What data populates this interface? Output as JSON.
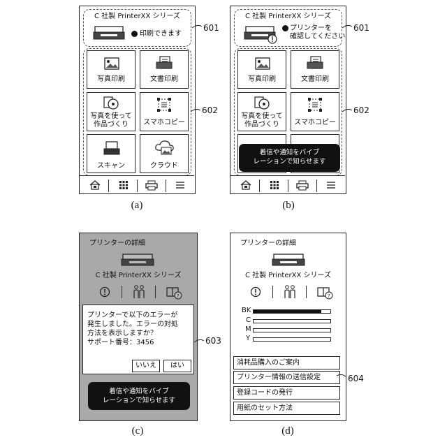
{
  "panel_a": {
    "header_title": "C 社製 PrinterXX シリーズ",
    "status": "印刷できます",
    "tiles": [
      "写真印刷",
      "文書印刷",
      "写真を使って\n作品づくり",
      "スマホコピー",
      "スキャン",
      "クラウド"
    ],
    "ref_header": "601",
    "ref_tiles": "602",
    "caption": "(a)"
  },
  "panel_b": {
    "header_title": "C 社製 PrinterXX シリーズ",
    "status": "プリンターを\n確認してください",
    "tiles": [
      "写真印刷",
      "文書印刷",
      "写真を使って\n作品づくり",
      "スマホコピー"
    ],
    "toast": "着信や通知をバイブ\nレーションで知らせます",
    "ref_header": "601",
    "ref_tiles": "602",
    "caption": "(b)"
  },
  "panel_c": {
    "title": "プリンターの詳細",
    "model": "C 社製 PrinterXX シリーズ",
    "dialog_text": "プリンターで以下のエラーが\n発生しました。エラーの対処\n方法を表示しますか？\nサポート番号：3456",
    "no_button": "いいえ",
    "yes_button": "はい",
    "toast": "着信や通知をバイブ\nレーションで知らせます",
    "ref_dialog": "603",
    "caption": "(c)"
  },
  "panel_d": {
    "title": "プリンターの詳細",
    "model": "C 社製 PrinterXX シリーズ",
    "ink": [
      {
        "label": "BK",
        "level": 0.88
      },
      {
        "label": "C",
        "level": 0
      },
      {
        "label": "M",
        "level": 0
      },
      {
        "label": "Y",
        "level": 0
      }
    ],
    "menu": [
      "消耗品購入のご案内",
      "プリンター情報の送信設定",
      "登録コードの発行",
      "用紙のセット方法"
    ],
    "ref_menu": "604",
    "caption": "(d)"
  },
  "icons": [
    "home-icon",
    "grid-icon",
    "printer-icon",
    "menu-icon",
    "photo-icon",
    "document-icon",
    "disc-icon",
    "copy-frame-icon",
    "scanner-icon",
    "cloud-icon",
    "info-icon",
    "people-icon",
    "book-help-icon"
  ]
}
